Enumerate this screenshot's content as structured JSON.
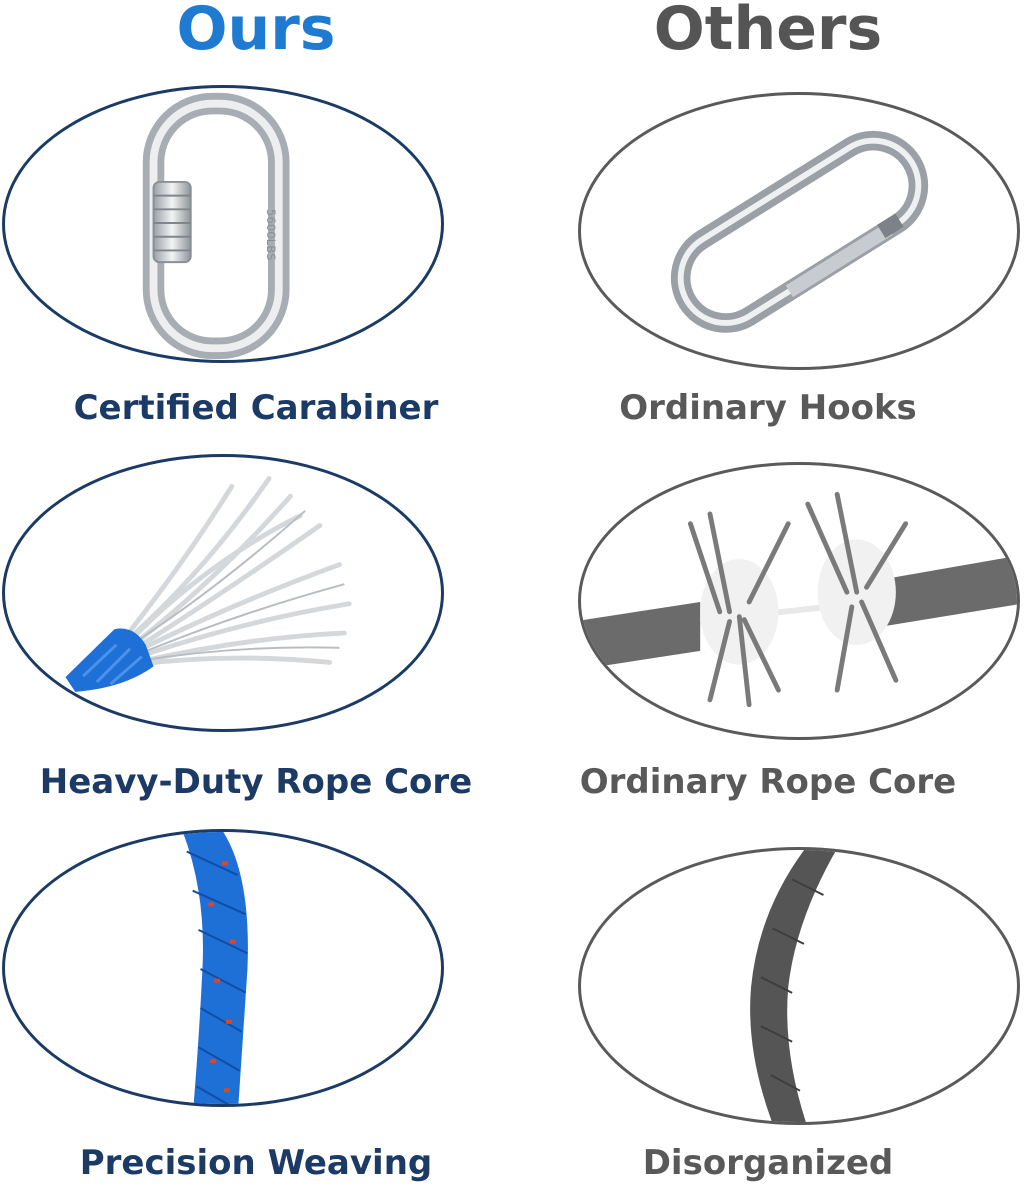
{
  "headings": {
    "ours": "Ours",
    "others": "Others"
  },
  "colors": {
    "ours_heading": "#1f7bd1",
    "ours_caption": "#1b3b66",
    "ours_rope": "#1e6fd6",
    "ours_rope_accent": "#e0452b",
    "others_text": "#595959",
    "others_rope": "#6b6b6b"
  },
  "rows": [
    {
      "ours": {
        "caption": "Certified Carabiner",
        "icon": "locking-carabiner-icon",
        "engraving": "5600LBS"
      },
      "others": {
        "caption": "Ordinary Hooks",
        "icon": "snap-hook-icon"
      }
    },
    {
      "ours": {
        "caption": "Heavy-Duty Rope Core",
        "icon": "rope-core-fibers-icon"
      },
      "others": {
        "caption": "Ordinary Rope Core",
        "icon": "frayed-rope-icon"
      }
    },
    {
      "ours": {
        "caption": "Precision Weaving",
        "icon": "braided-blue-rope-icon"
      },
      "others": {
        "caption": "Disorganized",
        "icon": "gray-rope-icon"
      }
    }
  ]
}
